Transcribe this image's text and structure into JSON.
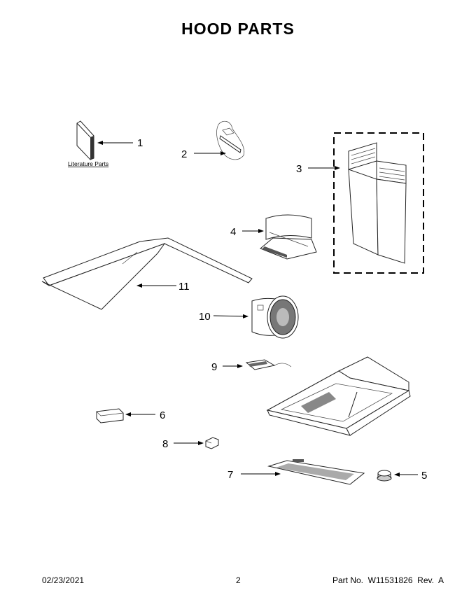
{
  "title": "HOOD PARTS",
  "literature_label": "Literature Parts",
  "callouts": [
    "1",
    "2",
    "3",
    "4",
    "5",
    "6",
    "7",
    "8",
    "9",
    "10",
    "11"
  ],
  "footer": {
    "date": "02/23/2021",
    "page": "2",
    "part_no": "Part No.  W11531826  Rev.  A"
  }
}
